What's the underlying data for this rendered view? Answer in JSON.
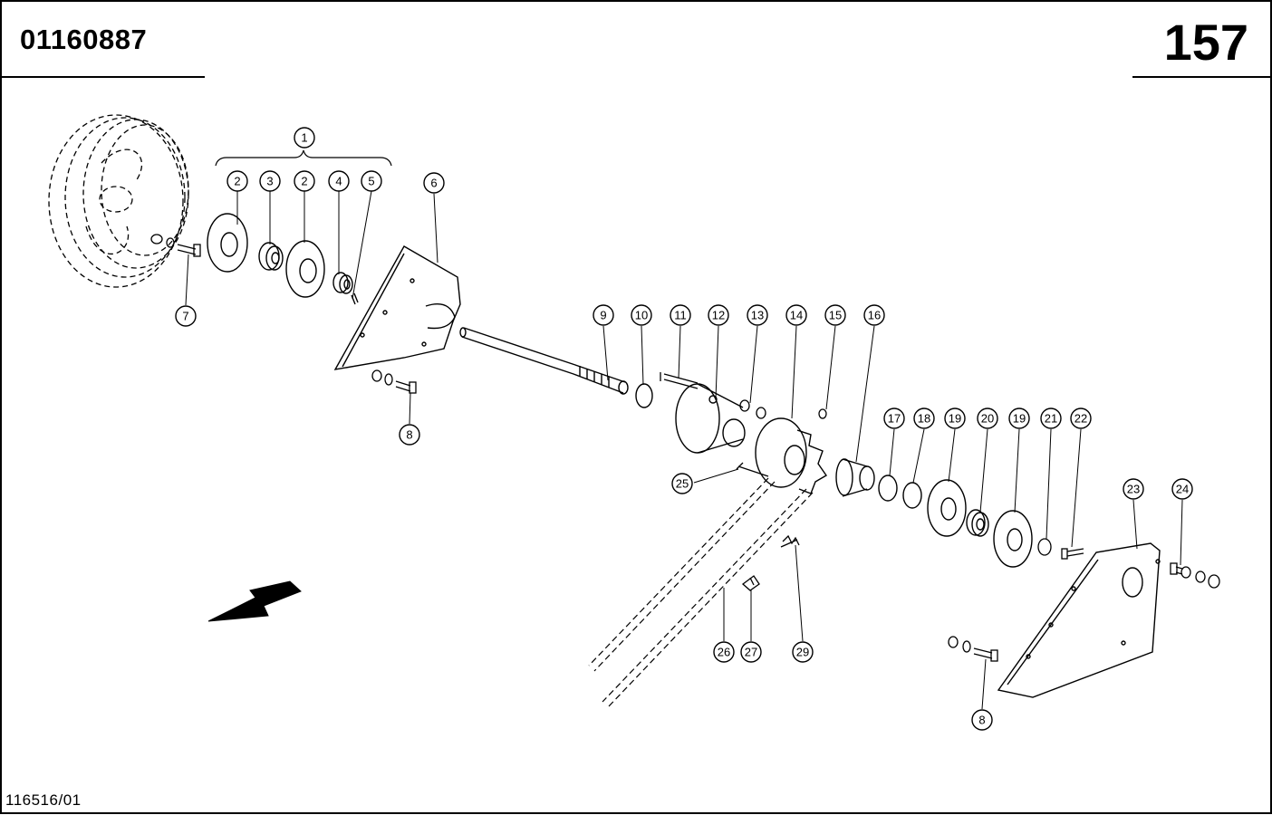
{
  "header": {
    "document_number": "01160887",
    "page_number": "157"
  },
  "footer": {
    "reference_code": "116516/01"
  },
  "callouts": [
    "1",
    "2",
    "3",
    "2",
    "4",
    "5",
    "6",
    "7",
    "8",
    "9",
    "10",
    "11",
    "12",
    "13",
    "14",
    "15",
    "16",
    "17",
    "18",
    "19",
    "20",
    "19",
    "21",
    "22",
    "23",
    "24",
    "25",
    "26",
    "27",
    "29",
    "8"
  ]
}
